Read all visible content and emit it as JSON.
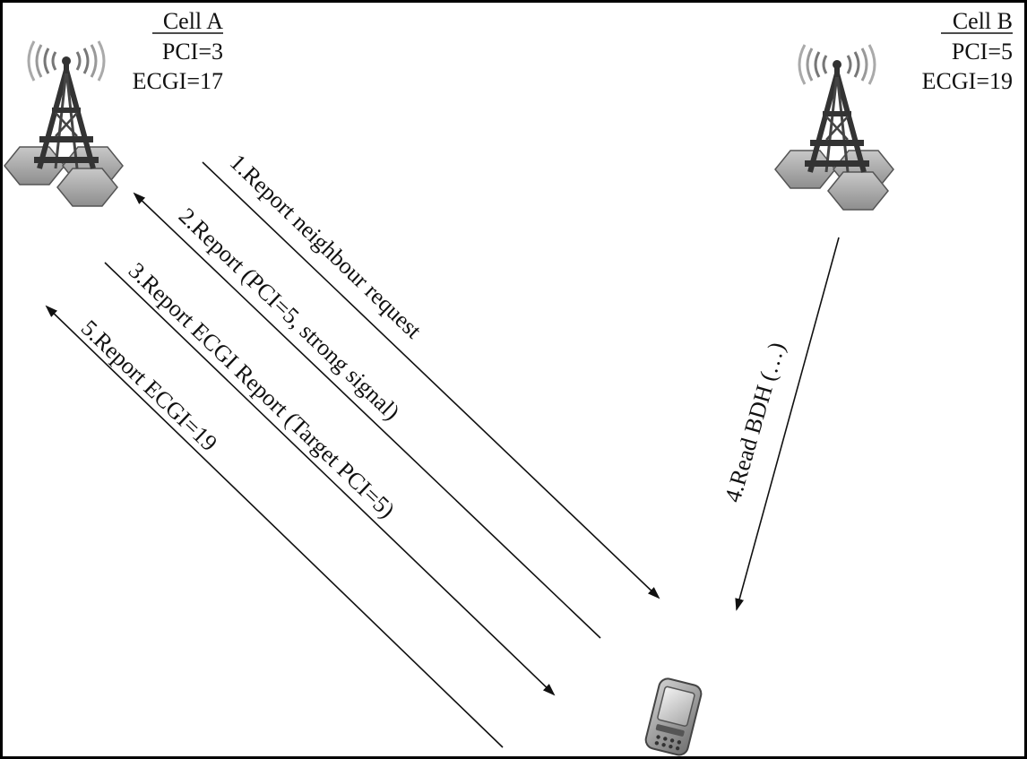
{
  "cells": {
    "a": {
      "name": "Cell A",
      "pci": "PCI=3",
      "ecgi": "ECGI=17"
    },
    "b": {
      "name": "Cell B",
      "pci": "PCI=5",
      "ecgi": "ECGI=19"
    }
  },
  "messages": {
    "m1": "1.Report neighbour request",
    "m2": "2.Report (PCI=5, strong signal)",
    "m3": "3.Report ECGI Report (Target PCI=5)",
    "m4": "4.Read BDH (…)",
    "m5": "5.Report ECGI=19"
  },
  "icons": {
    "tower": "cell-tower-icon",
    "phone": "mobile-phone-icon"
  }
}
